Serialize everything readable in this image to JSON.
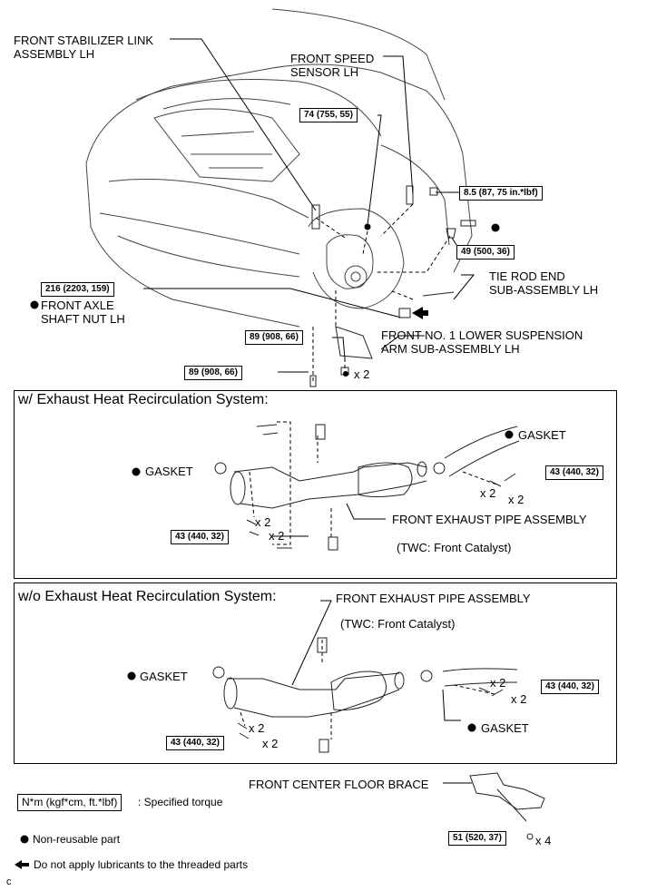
{
  "top": {
    "stabilizer_link": [
      "FRONT STABILIZER LINK",
      "ASSEMBLY LH"
    ],
    "speed_sensor": [
      "FRONT SPEED",
      "SENSOR LH"
    ],
    "torque_74": "74 (755, 55)",
    "torque_85": "8.5 (87, 75 in.*lbf)",
    "torque_49": "49 (500, 36)",
    "tie_rod": [
      "TIE ROD END",
      "SUB-ASSEMBLY LH"
    ],
    "torque_216": "216 (2203, 159)",
    "axle_nut": [
      "FRONT AXLE",
      "SHAFT NUT LH"
    ],
    "torque_89a": "89 (908, 66)",
    "lower_arm": [
      "FRONT NO. 1 LOWER SUSPENSION",
      "ARM SUB-ASSEMBLY LH"
    ],
    "torque_89b": "89 (908, 66)",
    "x2": "x 2"
  },
  "panel1": {
    "title": "w/ Exhaust Heat Recirculation System:",
    "gasket_left": "GASKET",
    "gasket_right": "GASKET",
    "torque_right": "43 (440, 32)",
    "torque_left": "43 (440, 32)",
    "x2": "x 2",
    "pipe": "FRONT EXHAUST PIPE ASSEMBLY",
    "twc": "(TWC: Front Catalyst)"
  },
  "panel2": {
    "title": "w/o Exhaust Heat Recirculation System:",
    "pipe": "FRONT EXHAUST PIPE ASSEMBLY",
    "twc": "(TWC: Front Catalyst)",
    "gasket_left": "GASKET",
    "gasket_right": "GASKET",
    "torque_right": "43 (440, 32)",
    "torque_left": "43 (440, 32)",
    "x2": "x 2"
  },
  "bottom": {
    "brace": "FRONT CENTER FLOOR BRACE",
    "torque_51": "51 (520, 37)",
    "x4": "x 4",
    "legend_torque_box": "N*m (kgf*cm, ft.*lbf)",
    "legend_torque_text": ": Specified torque",
    "legend_nonreusable": "Non-reusable part",
    "legend_lubricant": "Do not apply lubricants to the threaded parts",
    "corner": "c"
  }
}
